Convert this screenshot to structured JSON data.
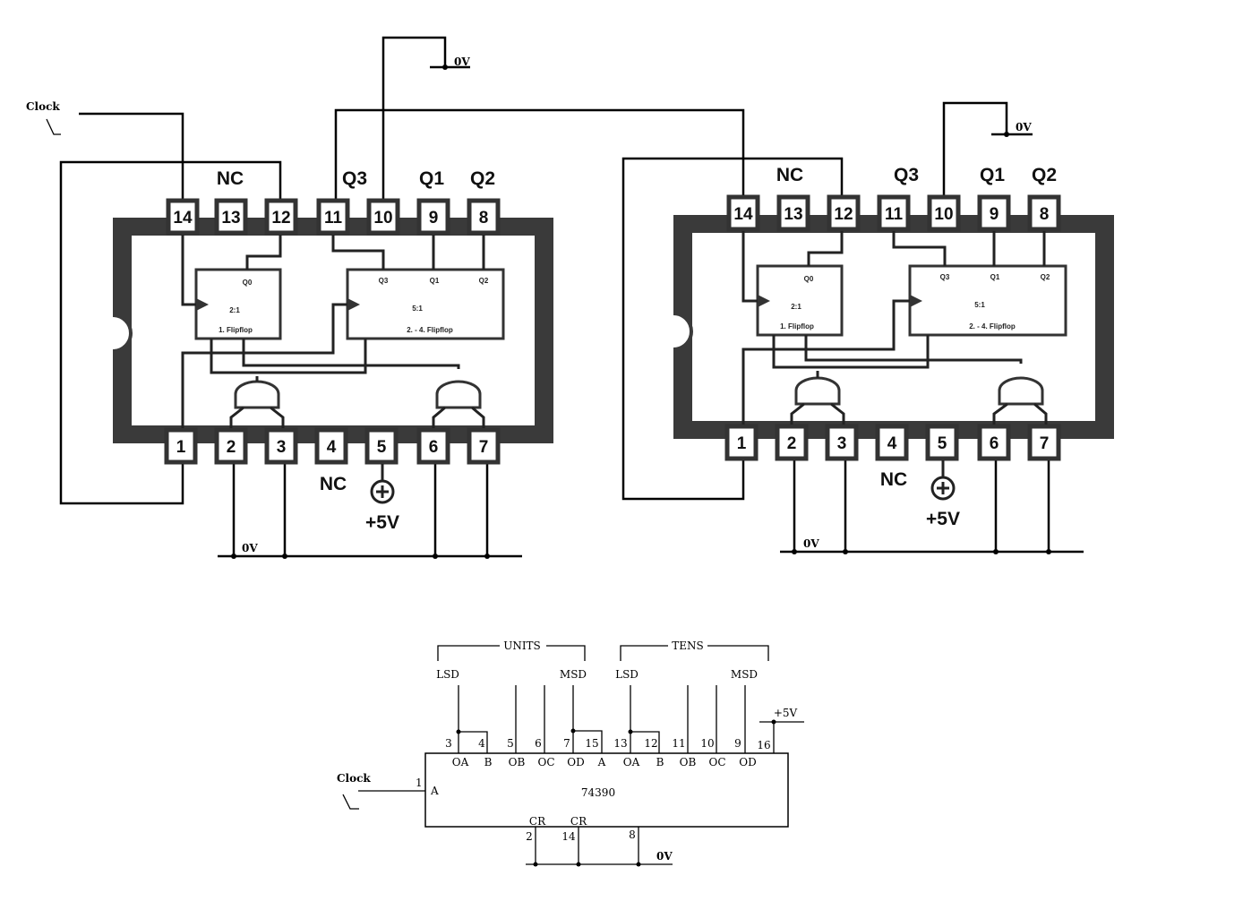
{
  "chips": [
    {
      "id": "chip1",
      "top_pins": [
        "14",
        "13",
        "12",
        "11",
        "10",
        "9",
        "8"
      ],
      "bottom_pins": [
        "1",
        "2",
        "3",
        "4",
        "5",
        "6",
        "7"
      ],
      "top_labels": {
        "nc": "NC",
        "q3": "Q3",
        "q1": "Q1",
        "q2": "Q2"
      },
      "bottom_nc": "NC",
      "supply": "+5V",
      "ff1": {
        "out": "Q0",
        "ratio": "2:1",
        "name": "1. Flipflop"
      },
      "ff2": {
        "out_q3": "Q3",
        "out_q1": "Q1",
        "out_q2": "Q2",
        "ratio": "5:1",
        "name": "2. - 4. Flipflop"
      },
      "ground_label": "0V",
      "top_ground_label": "0V",
      "clock_label": "Clock"
    },
    {
      "id": "chip2",
      "top_pins": [
        "14",
        "13",
        "12",
        "11",
        "10",
        "9",
        "8"
      ],
      "bottom_pins": [
        "1",
        "2",
        "3",
        "4",
        "5",
        "6",
        "7"
      ],
      "top_labels": {
        "nc": "NC",
        "q3": "Q3",
        "q1": "Q1",
        "q2": "Q2"
      },
      "bottom_nc": "NC",
      "supply": "+5V",
      "ff1": {
        "out": "Q0",
        "ratio": "2:1",
        "name": "1. Flipflop"
      },
      "ff2": {
        "out_q3": "Q3",
        "out_q1": "Q1",
        "out_q2": "Q2",
        "ratio": "5:1",
        "name": "2. - 4. Flipflop"
      },
      "ground_label": "0V",
      "top_ground_label": "0V"
    }
  ],
  "schematic": {
    "chip_name": "74390",
    "clock_label": "Clock",
    "clock_pin": "1",
    "clock_input": "A",
    "units_label": "UNITS",
    "tens_label": "TENS",
    "lsd_label": "LSD",
    "msd_label": "MSD",
    "supply_label": "+5V",
    "ground_label": "0V",
    "pins_top": [
      {
        "num": "3",
        "name": "OA"
      },
      {
        "num": "4",
        "name": "B"
      },
      {
        "num": "5",
        "name": "OB"
      },
      {
        "num": "6",
        "name": "OC"
      },
      {
        "num": "7",
        "name": "OD"
      },
      {
        "num": "15",
        "name": "A"
      },
      {
        "num": "13",
        "name": "OA"
      },
      {
        "num": "12",
        "name": "B"
      },
      {
        "num": "11",
        "name": "OB"
      },
      {
        "num": "10",
        "name": "OC"
      },
      {
        "num": "9",
        "name": "OD"
      },
      {
        "num": "16",
        "name": ""
      }
    ],
    "pins_bottom": [
      {
        "num": "2",
        "name": "CR"
      },
      {
        "num": "14",
        "name": "CR"
      },
      {
        "num": "8",
        "name": ""
      }
    ]
  }
}
